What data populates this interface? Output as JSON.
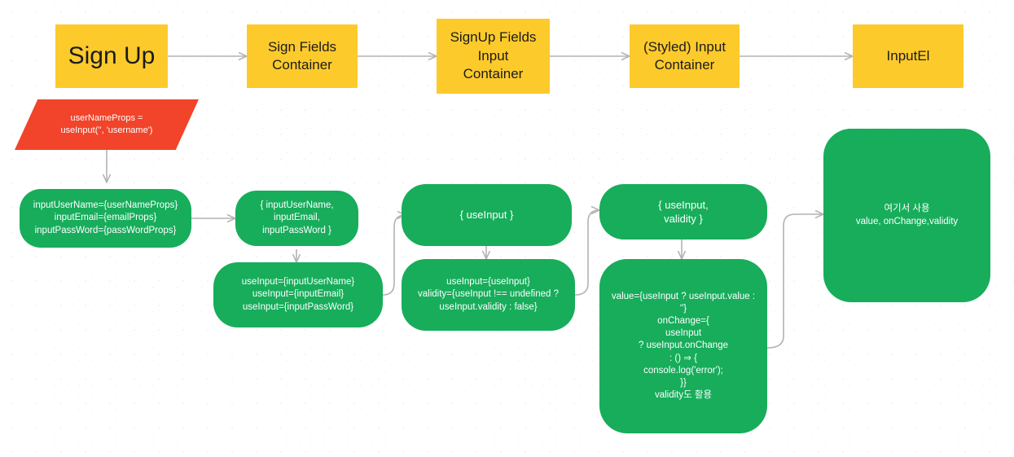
{
  "diagram": {
    "title": "SignUp component useInput flow",
    "colors": {
      "yellow": "#fdca2c",
      "green": "#17ad5b",
      "red": "#f1442a",
      "edge": "#b3b3b3",
      "canvas": "#ffffff",
      "text_dark": "#1b1b1b",
      "text_light": "#ffffff"
    },
    "nodes": {
      "sign_up": "Sign Up",
      "sign_fields_container": "Sign Fields\nContainer",
      "signup_fields_input_container": "SignUp Fields\nInput\nContainer",
      "styled_input_container": "(Styled) Input\nContainer",
      "input_el": "InputEl",
      "user_name_props": "userNameProps =\nuseInput('', 'username')",
      "input_props_bundle": "inputUserName={userNameProps}\ninputEmail={emailProps}\ninputPassWord={passWordProps}",
      "destructure_inputs": "{ inputUserName,\ninputEmail,\ninputPassWord }",
      "use_input_assignments": "useInput={inputUserName}\nuseInput={inputEmail}\nuseInput={inputPassWord}",
      "destructure_use_input": "{ useInput }",
      "use_input_validity_props": "useInput={useInput}\nvalidity={useInput !== undefined ?\nuseInput.validity : false}",
      "destructure_use_input_validity": "{ useInput,\nvalidity }",
      "value_onchange_block": "value={useInput ? useInput.value :\n''}\nonChange={\nuseInput\n? useInput.onChange\n: () ⇒ {\nconsole.log('error');\n}}\nvalidity도 활용",
      "final_usage": "여기서 사용\nvalue, onChange,validity"
    }
  }
}
